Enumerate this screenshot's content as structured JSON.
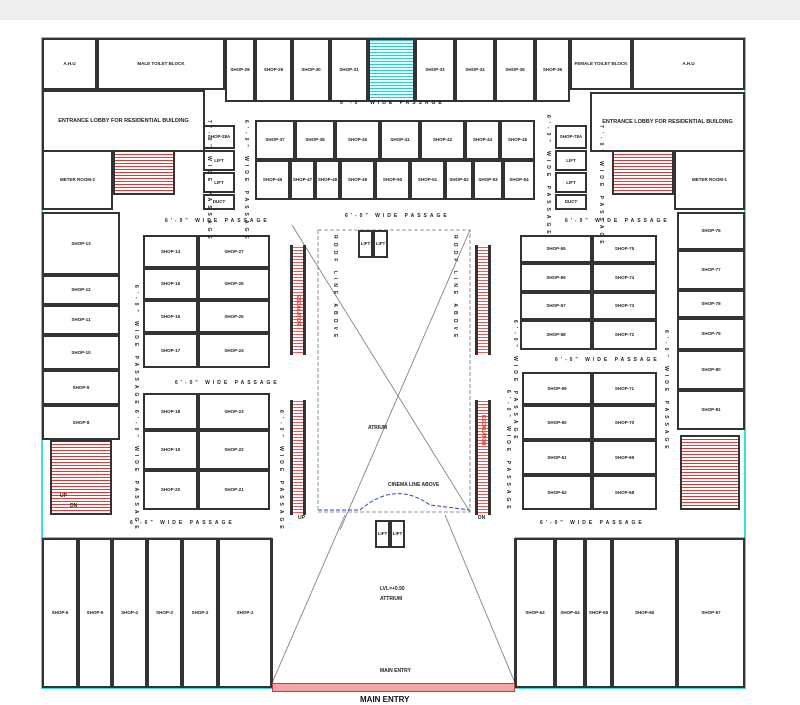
{
  "rooms": {
    "ahu_left": "A.H.U",
    "male_toilet": "MALE TOILET BLOCK",
    "female_toilet": "FEMALE TOILET BLOCK",
    "ahu_right": "A.H.U",
    "lobby_left": "ENTRANCE LOBBY FOR RESIDENTIAL BUILDING",
    "lobby_right": "ENTRANCE LOBBY FOR RESIDENTIAL BUILDING",
    "meter_2": "METER ROOM-2",
    "meter_1": "METER ROOM-1",
    "shop_28a": "SHOP-28A",
    "lift_l1": "LIFT",
    "lift_l2": "LIFT",
    "duct_l": "DUCT",
    "shop_78a": "SHOP-78A",
    "lift_r1": "LIFT",
    "lift_r2": "LIFT",
    "duct_r": "DUCT",
    "shop_28": "SHOP-28",
    "shop_29": "SHOP-29",
    "shop_30": "SHOP-30",
    "shop_31": "SHOP-31",
    "shop_33": "SHOP-33",
    "shop_34": "SHOP-34",
    "shop_35": "SHOP-35",
    "shop_36": "SHOP-36",
    "shop_37": "SHOP-37",
    "shop_38": "SHOP-38",
    "shop_40": "SHOP-40",
    "shop_41": "SHOP-41",
    "shop_42": "SHOP-42",
    "shop_44": "SHOP-44",
    "shop_45": "SHOP-45",
    "shop_46": "SHOP-46",
    "shop_47": "SHOP-47",
    "shop_48": "SHOP-48",
    "shop_49": "SHOP-49",
    "shop_50": "SHOP-50",
    "shop_51": "SHOP-51",
    "shop_52": "SHOP-52",
    "shop_53": "SHOP-53",
    "shop_54": "SHOP-54",
    "shop_13": "SHOP-13",
    "shop_12": "SHOP-12",
    "shop_11": "SHOP-11",
    "shop_10": "SHOP-10",
    "shop_9": "SHOP-9",
    "shop_8": "SHOP-8",
    "shop_14": "SHOP-14",
    "shop_15": "SHOP-15",
    "shop_16": "SHOP-16",
    "shop_17": "SHOP-17",
    "shop_27": "SHOP-27",
    "shop_26": "SHOP-26",
    "shop_25": "SHOP-25",
    "shop_24": "SHOP-24",
    "shop_18": "SHOP-18",
    "shop_19": "SHOP-19",
    "shop_20": "SHOP-20",
    "shop_23": "SHOP-23",
    "shop_22": "SHOP-22",
    "shop_21": "SHOP-21",
    "shop_55": "SHOP-55",
    "shop_56": "SHOP-56",
    "shop_57": "SHOP-57",
    "shop_58": "SHOP-58",
    "shop_75": "SHOP-75",
    "shop_74": "SHOP-74",
    "shop_73": "SHOP-73",
    "shop_72": "SHOP-72",
    "shop_59": "SHOP-59",
    "shop_60": "SHOP-60",
    "shop_61": "SHOP-61",
    "shop_62": "SHOP-62",
    "shop_71": "SHOP-71",
    "shop_70": "SHOP-70",
    "shop_69": "SHOP-69",
    "shop_68": "SHOP-68",
    "shop_76": "SHOP-76",
    "shop_77": "SHOP-77",
    "shop_78": "SHOP-78",
    "shop_79": "SHOP-79",
    "shop_80": "SHOP-80",
    "shop_81": "SHOP-81",
    "shop_6": "SHOP-6",
    "shop_5": "SHOP-5",
    "shop_4": "SHOP-4",
    "shop_3": "SHOP-3",
    "shop_2": "SHOP-2",
    "shop_1": "SHOP-1",
    "shop_63": "SHOP-63",
    "shop_64": "SHOP-64",
    "shop_65": "SHOP-65",
    "shop_66": "SHOP-66",
    "shop_67": "SHOP-67",
    "lift_c1": "LIFT",
    "lift_c2": "LIFT",
    "lift_b1": "LIFT",
    "lift_b2": "LIFT"
  },
  "labels": {
    "passage": "6'-0\" WIDE PASSAGE",
    "passage_7": "7'-0\" WIDE PASSAGE",
    "atrium_upper": "ATRIUM",
    "atrium_lower": "ATTRIUM",
    "level": "LVL=+0.50",
    "cinema_line": "CINEMA LINE ABOVE",
    "roof_line": "ROOF LINE ABOVE",
    "escalator": "ESCALATOR",
    "up": "UP",
    "dn": "DN",
    "main_entry_small": "MAIN ENTRY",
    "main_entry": "MAIN ENTRY"
  },
  "colors": {
    "outline": "#33e0e0",
    "stair": "#e33333",
    "wall": "#333333",
    "cinema_line": "#3344cc"
  }
}
